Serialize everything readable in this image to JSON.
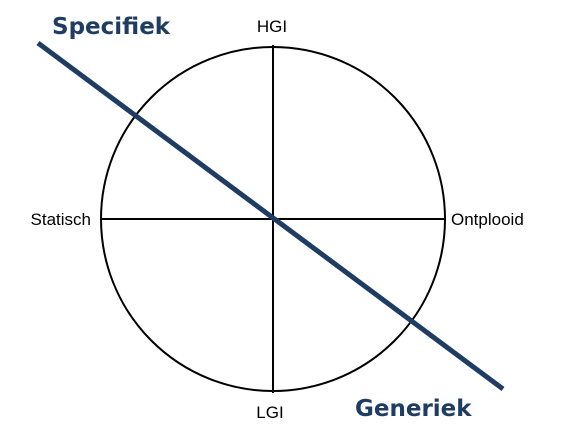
{
  "diagram": {
    "axes": {
      "top": "HGI",
      "bottom": "LGI",
      "left": "Statisch",
      "right": "Ontplooid"
    },
    "diagonal": {
      "start_label": "Specifiek",
      "end_label": "Generiek"
    },
    "colors": {
      "diagonal": "#1f3d63",
      "outline": "#000000",
      "labels": "#000000"
    }
  }
}
